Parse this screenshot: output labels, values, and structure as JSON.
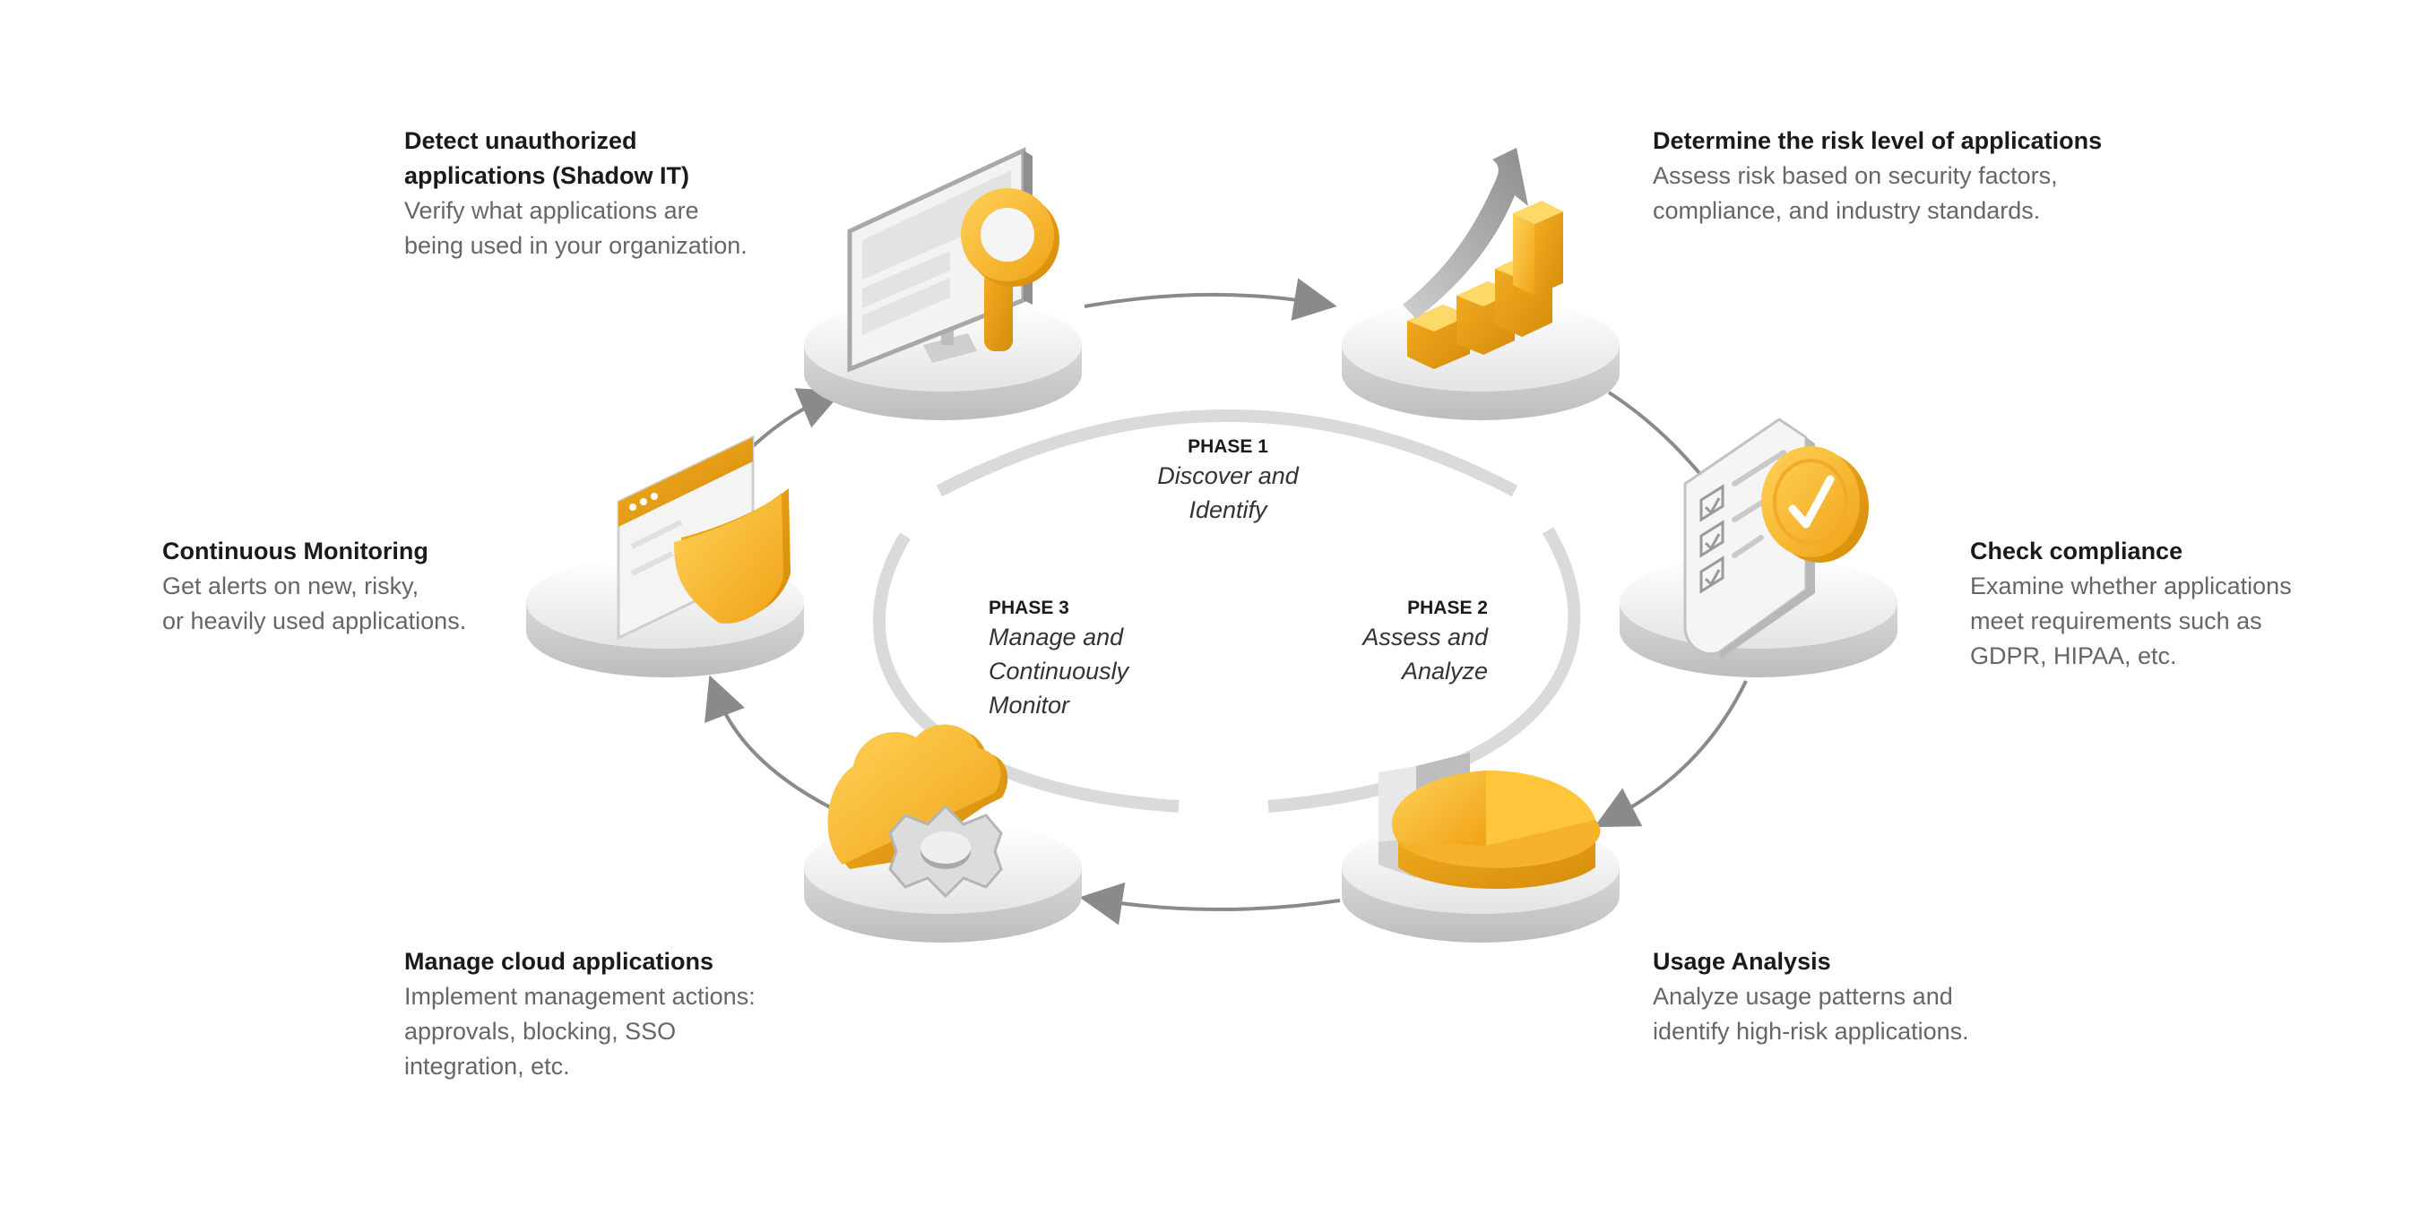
{
  "colors": {
    "accent": "#F8B92B",
    "accent_dark": "#E8A21A",
    "platform": "#E7E7E7",
    "arrow": "#8A8A8A",
    "inner_ring": "#D9D9D9"
  },
  "phases": [
    {
      "name": "PHASE 1",
      "desc": "Discover and Identify"
    },
    {
      "name": "PHASE 2",
      "desc_lines": [
        "Assess and",
        "Analyze"
      ]
    },
    {
      "name": "PHASE 3",
      "desc_lines": [
        "Manage and",
        "Continuously",
        "Monitor"
      ]
    }
  ],
  "steps": [
    {
      "title_lines": [
        "Detect unauthorized",
        "applications (Shadow IT)"
      ],
      "desc_lines": [
        "Verify what applications are",
        "being used in your organization."
      ],
      "icon": "monitor-magnifier-icon"
    },
    {
      "title_lines": [
        "Determine the risk level of applications"
      ],
      "desc_lines": [
        "Assess risk based on security factors,",
        "compliance, and industry standards."
      ],
      "icon": "bar-chart-arrow-icon"
    },
    {
      "title_lines": [
        "Check compliance"
      ],
      "desc_lines": [
        "Examine whether applications",
        "meet requirements such as",
        "GDPR, HIPAA, etc."
      ],
      "icon": "checklist-icon"
    },
    {
      "title_lines": [
        "Usage Analysis"
      ],
      "desc_lines": [
        "Analyze usage patterns and",
        "identify high-risk applications."
      ],
      "icon": "pie-chart-icon"
    },
    {
      "title_lines": [
        "Manage cloud applications"
      ],
      "desc_lines": [
        "Implement management actions:",
        "approvals, blocking, SSO",
        "integration, etc."
      ],
      "icon": "cloud-gear-icon"
    },
    {
      "title_lines": [
        "Continuous Monitoring"
      ],
      "desc_lines": [
        "Get alerts on new, risky,",
        "or heavily used applications."
      ],
      "icon": "browser-shield-icon"
    }
  ]
}
